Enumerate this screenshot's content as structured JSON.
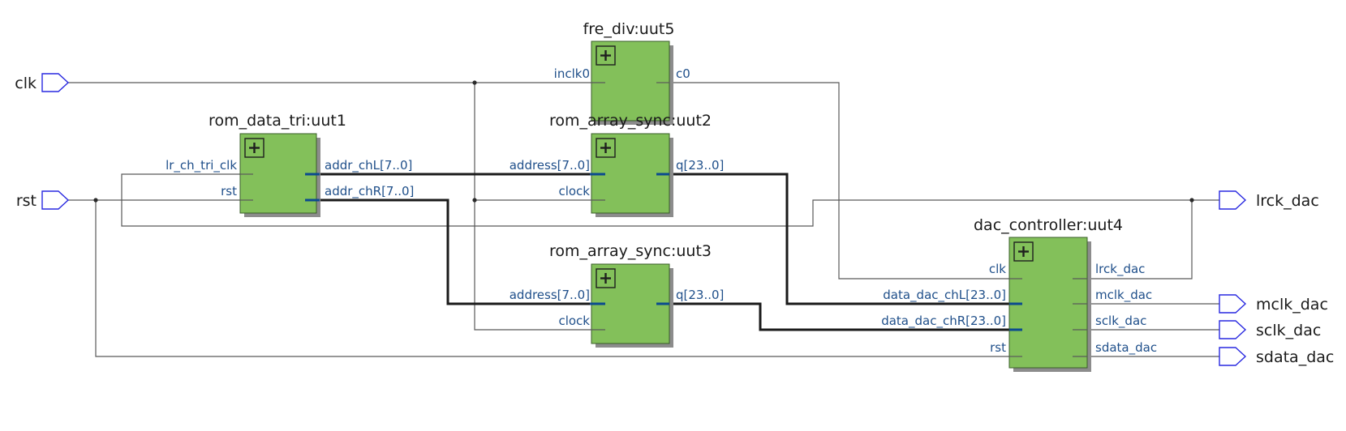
{
  "inputs": {
    "clk": "clk",
    "rst": "rst"
  },
  "outputs": {
    "lrck_dac": "lrck_dac",
    "mclk_dac": "mclk_dac",
    "sclk_dac": "sclk_dac",
    "sdata_dac": "sdata_dac"
  },
  "blocks": {
    "uut5": {
      "title": "fre_div:uut5",
      "in": [
        "inclk0"
      ],
      "out": [
        "c0"
      ]
    },
    "uut1": {
      "title": "rom_data_tri:uut1",
      "in": [
        "lr_ch_tri_clk",
        "rst"
      ],
      "out": [
        "addr_chL[7..0]",
        "addr_chR[7..0]"
      ]
    },
    "uut2": {
      "title": "rom_array_sync:uut2",
      "in": [
        "address[7..0]",
        "clock"
      ],
      "out": [
        "q[23..0]"
      ]
    },
    "uut3": {
      "title": "rom_array_sync:uut3",
      "in": [
        "address[7..0]",
        "clock"
      ],
      "out": [
        "q[23..0]"
      ]
    },
    "uut4": {
      "title": "dac_controller:uut4",
      "in": [
        "clk",
        "data_dac_chL[23..0]",
        "data_dac_chR[23..0]",
        "rst"
      ],
      "out": [
        "lrck_dac",
        "mclk_dac",
        "sclk_dac",
        "sdata_dac"
      ]
    }
  },
  "colors": {
    "block_fill": "#83c05a",
    "port_outline": "#2929e0",
    "pin_label": "#1f4f8a",
    "bus": "#1a1a1a"
  }
}
